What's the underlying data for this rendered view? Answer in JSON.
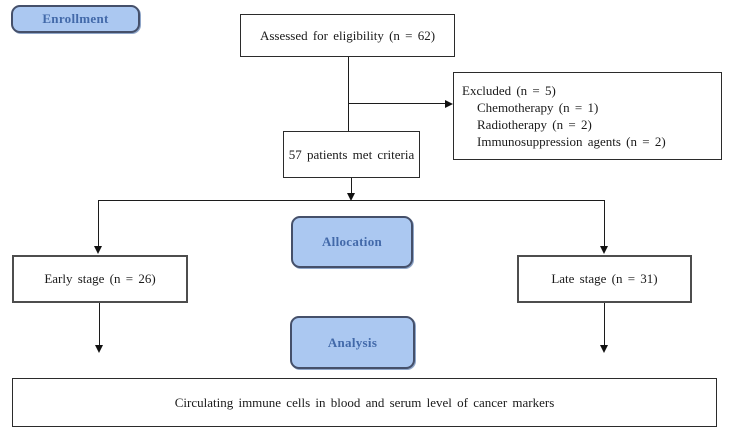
{
  "diagram": {
    "type": "consort-flowchart",
    "badges": {
      "enrollment": "Enrollment",
      "allocation": "Allocation",
      "analysis": "Analysis"
    },
    "boxes": {
      "assessed": "Assessed for eligibility  (n = 62)",
      "excluded": {
        "title": "Excluded  (n = 5)",
        "items": [
          "Chemotherapy  (n = 1)",
          "Radiotherapy  (n = 2)",
          "Immunosuppression  agents  (n = 2)"
        ]
      },
      "met_criteria": "57 patients  met  criteria",
      "early_stage": "Early  stage (n = 26)",
      "late_stage": "Late  stage  (n = 31)",
      "outcome": "Circulating  immune  cells in blood and serum  level  of cancer  markers"
    },
    "colors": {
      "badge_fill": "#abc8f1",
      "badge_border": "#45506a",
      "badge_text": "#4269a9",
      "box_border": "#2b2b2b",
      "line": "#1c1c1c",
      "background": "#ffffff"
    }
  }
}
